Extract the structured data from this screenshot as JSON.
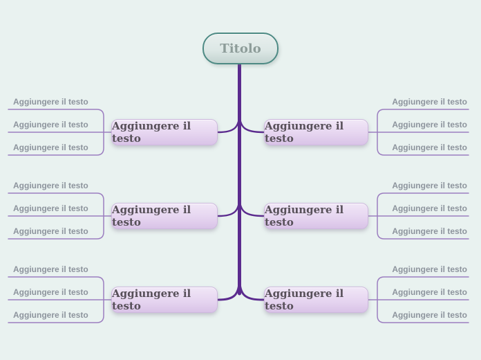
{
  "app": "mind-map-editor",
  "central": {
    "label": "Titolo"
  },
  "branches": [
    {
      "id": "left-top",
      "side": "left",
      "label": "Aggiungere il testo",
      "leaves": [
        "Aggiungere il testo",
        "Aggiungere il testo",
        "Aggiungere il testo"
      ]
    },
    {
      "id": "right-top",
      "side": "right",
      "label": "Aggiungere il testo",
      "leaves": [
        "Aggiungere il testo",
        "Aggiungere il testo",
        "Aggiungere il testo"
      ]
    },
    {
      "id": "left-middle",
      "side": "left",
      "label": "Aggiungere il testo",
      "leaves": [
        "Aggiungere il testo",
        "Aggiungere il testo",
        "Aggiungere il testo"
      ]
    },
    {
      "id": "right-middle",
      "side": "right",
      "label": "Aggiungere il testo",
      "leaves": [
        "Aggiungere il testo",
        "Aggiungere il testo",
        "Aggiungere il testo"
      ]
    },
    {
      "id": "left-bottom",
      "side": "left",
      "label": "Aggiungere il testo",
      "leaves": [
        "Aggiungere il testo",
        "Aggiungere il testo",
        "Aggiungere il testo"
      ]
    },
    {
      "id": "right-bottom",
      "side": "right",
      "label": "Aggiungere il testo",
      "leaves": [
        "Aggiungere il testo",
        "Aggiungere il testo",
        "Aggiungere il testo"
      ]
    }
  ],
  "colors": {
    "bg": "#e9f2f0",
    "trunk": "#5b2b8e",
    "leafline": "#9c7ec0",
    "nodetop": "#f1e7f7",
    "nodemid": "#e6d5f0",
    "nodebot": "#d9c3e7",
    "nodeborder": "#cdb8dd",
    "nodetext": "#575059",
    "leaftext": "#8d949d",
    "centralborder": "#4d8a84",
    "centraltop": "#e8efee",
    "centralbot": "#c3d3d0",
    "centraltext": "#8d9c99"
  }
}
